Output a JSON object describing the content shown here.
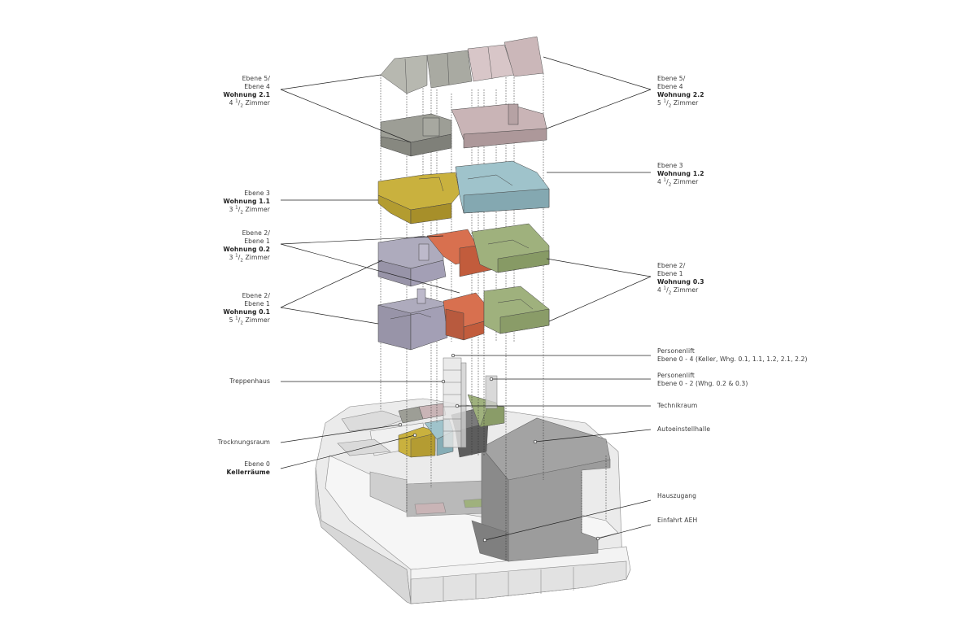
{
  "colors": {
    "grey_unit": "#9d9e96",
    "mauve_unit": "#c9b4b6",
    "yellow_unit": "#c9b13e",
    "blue_unit": "#9fc3cb",
    "lavender_unit": "#aeabbd",
    "orange_unit": "#d8704f",
    "green_unit": "#9fb17d",
    "garage": "#9a9a9a",
    "site": "#e6e6e6"
  },
  "labels_left": {
    "w21": {
      "l1": "Ebene 5/",
      "l2": "Ebene 4",
      "l3": "Wohnung 2.1",
      "l4a": "4 ",
      "l4n": "1",
      "l4d": "2",
      "l4b": " Zimmer"
    },
    "w11": {
      "l1": "Ebene 3",
      "l2": "Wohnung 1.1",
      "l3a": "3 ",
      "l3n": "1",
      "l3d": "2",
      "l3b": " Zimmer"
    },
    "w02": {
      "l1": "Ebene 2/",
      "l2": "Ebene 1",
      "l3": "Wohnung 0.2",
      "l4a": "3 ",
      "l4n": "1",
      "l4d": "2",
      "l4b": " Zimmer"
    },
    "w01": {
      "l1": "Ebene 2/",
      "l2": "Ebene 1",
      "l3": "Wohnung 0.1",
      "l4a": "5 ",
      "l4n": "1",
      "l4d": "2",
      "l4b": " Zimmer"
    },
    "treppe": "Treppenhaus",
    "trocknung": "Trocknungsraum",
    "keller": {
      "l1": "Ebene 0",
      "l2": "Kellerräume"
    }
  },
  "labels_right": {
    "w22": {
      "l1": "Ebene 5/",
      "l2": "Ebene 4",
      "l3": "Wohnung 2.2",
      "l4a": "5 ",
      "l4n": "1",
      "l4d": "2",
      "l4b": " Zimmer"
    },
    "w12": {
      "l1": "Ebene 3",
      "l2": "Wohnung 1.2",
      "l3a": "4 ",
      "l3n": "1",
      "l3d": "2",
      "l3b": " Zimmer"
    },
    "w03": {
      "l1": "Ebene 2/",
      "l2": "Ebene 1",
      "l3": "Wohnung 0.3",
      "l4a": "4 ",
      "l4n": "1",
      "l4d": "2",
      "l4b": " Zimmer"
    },
    "lift1": {
      "l1": "Personenlift",
      "l2": "Ebene 0 - 4 (Keller, Whg. 0.1, 1.1, 1.2, 2.1, 2.2)"
    },
    "lift2": {
      "l1": "Personenlift",
      "l2": "Ebene 0 - 2 (Whg. 0.2 & 0.3)"
    },
    "technik": "Technikraum",
    "garage": "Autoeinstellhalle",
    "zugang": "Hauszugang",
    "einfahrt": "Einfahrt AEH"
  }
}
